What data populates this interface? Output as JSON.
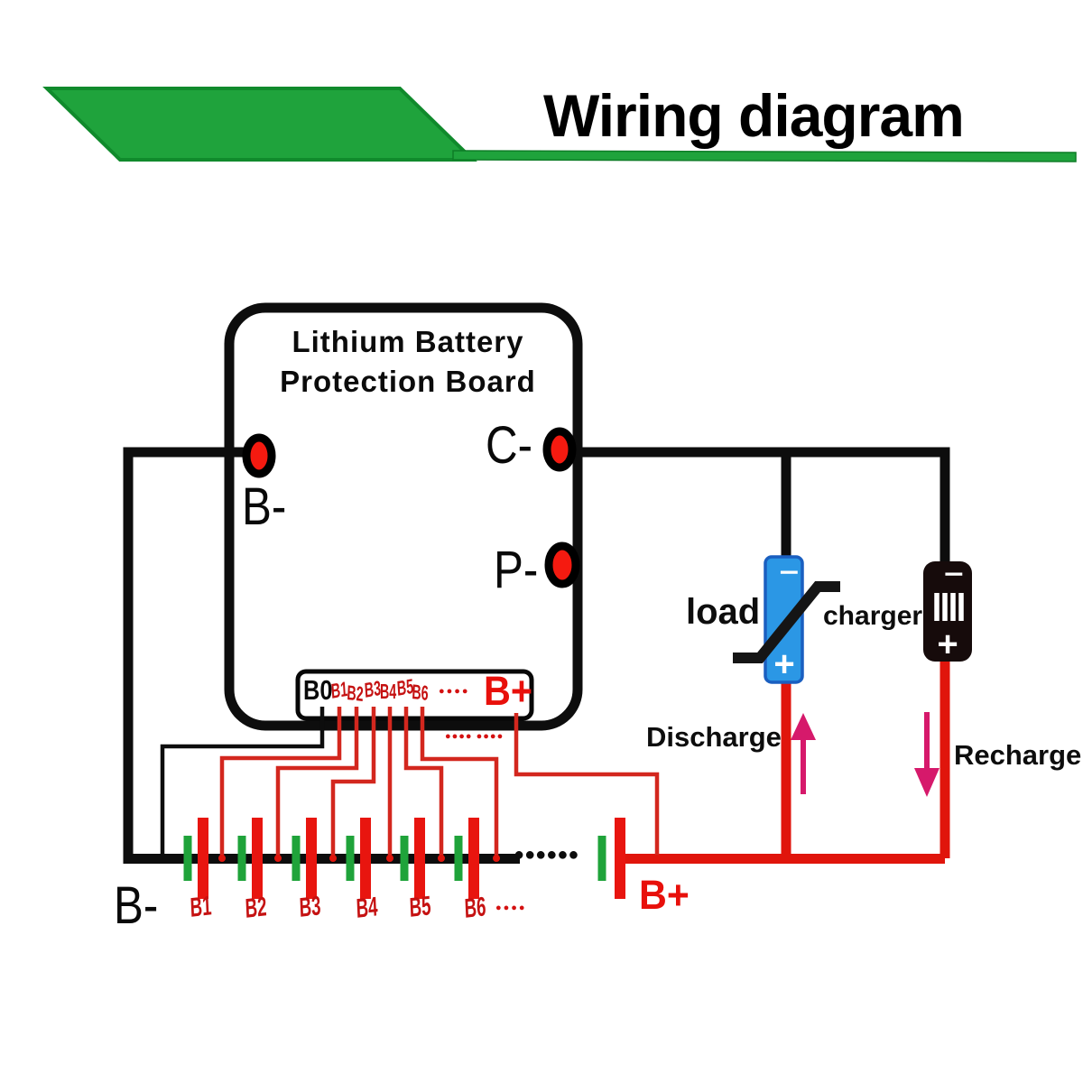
{
  "title": "Wiring diagram",
  "board": {
    "title_line1": "Lithium Battery",
    "title_line2": "Protection Board",
    "terminal_b_minus": "B-",
    "terminal_c_minus": "C-",
    "terminal_p_minus": "P-"
  },
  "strip": {
    "pin_b0": "B0",
    "cells": [
      "B1",
      "B2",
      "B3",
      "B4",
      "B5",
      "B6"
    ],
    "dots": "●●●●",
    "pin_b_plus": "B+"
  },
  "wires": {
    "dots_row": "●●●● ●●●●"
  },
  "battery": {
    "label_b_minus": "B-",
    "label_b_plus": "B+",
    "cells": [
      "B1",
      "B2",
      "B3",
      "B4",
      "B5",
      "B6"
    ],
    "dots": "●●●●",
    "ellipsis": "●●●●●●"
  },
  "load": {
    "label": "load",
    "minus": "−",
    "plus": "+"
  },
  "charger": {
    "label": "charger",
    "minus": "−",
    "plus": "+"
  },
  "flow": {
    "discharge": "Discharge",
    "recharge": "Recharge"
  },
  "colors": {
    "banner_green": "#1fa33c",
    "wire_black": "#0d0d0d",
    "wire_red": "#e0150c",
    "sense_red": "#d3271e",
    "cell_green": "#1fa33a",
    "cell_red": "#e8150f",
    "terminal_red": "#f51a10",
    "load_blue": "#2b97e5",
    "arrow_pink": "#d6196b",
    "label_red": "#d41111"
  }
}
